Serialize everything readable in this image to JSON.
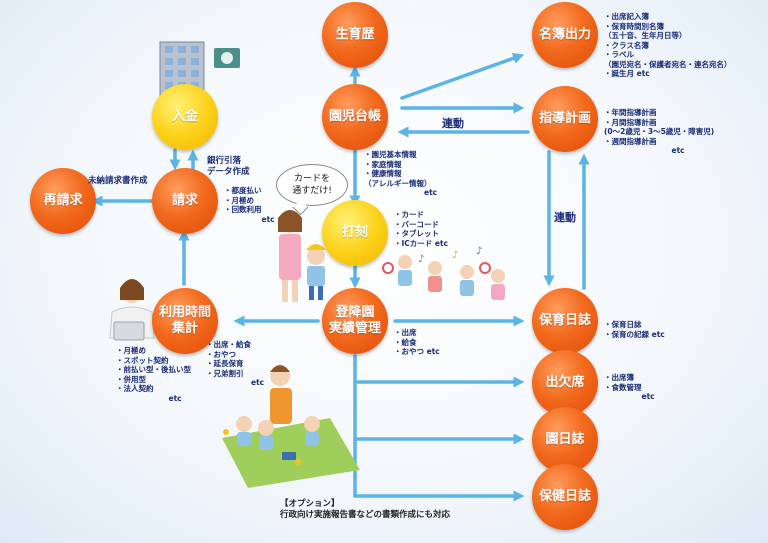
{
  "nodes": {
    "seiikureki": "生育歴",
    "meibo": "名簿出力",
    "nyukin": "入金",
    "enji_daicho": "園児台帳",
    "shido_keikaku": "指導計画",
    "saiseikyu": "再請求",
    "seikyu": "請求",
    "dakoku": "打刻",
    "riyo_jikan": "利用時間\n集計",
    "tokoen": "登降園\n実績管理",
    "hoiku_nisshi": "保育日誌",
    "shukketsu": "出欠席",
    "en_nisshi": "園日誌",
    "hoken_nisshi": "保健日誌"
  },
  "labels": {
    "rendo_horizontal": "連動",
    "rendo_vertical": "連動",
    "ginko": "銀行引落\nデータ作成",
    "minou": "未納請求書作成"
  },
  "notes": {
    "meibo": "・出席記入簿\n・保育時間別名簿\n（五十音、生年月日等）\n・クラス名簿\n・ラベル\n（園児宛名・保護者宛名・連名宛名）\n・誕生月 etc",
    "shido": "・年間指導計画\n・月間指導計画\n(0～2歳児・3～5歳児・障害児)\n・週間指導計画\n　　　　　　　　　etc",
    "daicho": "・園児基本情報\n・家庭情報\n・健康情報\n（アレルギー情報）\n　　　　　　　　etc",
    "seikyu": "・都度払い\n・月極め\n・回数利用\n　　　　　etc",
    "dakoku": "・カード\n・バーコード\n・タブレット\n・ICカード etc",
    "riyo": "・月極め\n・スポット契約\n・前払い型・後払い型\n・併用型\n・法人契約\n　　　　　　　etc",
    "shukei": "・出席・給食\n・おやつ\n・延長保育\n・兄弟割引\n　　　　　　etc",
    "tokoen": "・出席\n・給食\n・おやつ etc",
    "hoiku": "・保育日誌\n・保育の記録 etc",
    "shukketsu": "・出席簿\n・食数管理\n　　　　　etc"
  },
  "bubble": "カードを\n通すだけ!",
  "option": "【オプション】\n行政向け実施報告書などの書類作成にも対応",
  "colors": {
    "arrow": "#5bb3e6",
    "text": "#1b2c7a",
    "node_red": "#f26a1d",
    "node_yellow": "#fbd21a"
  }
}
